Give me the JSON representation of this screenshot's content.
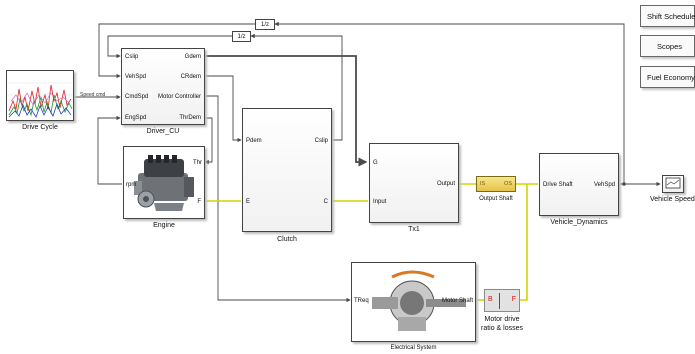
{
  "blocks": {
    "drive_cycle": {
      "caption": "Drive Cycle",
      "out_label": "Speed cmd"
    },
    "driver_cu": {
      "caption": "Driver_CU",
      "in_ports": [
        "Cslip",
        "VehSpd",
        "CmdSpd",
        "EngSpd"
      ],
      "out_ports": [
        "Gdem",
        "CRdem",
        "Motor Controller",
        "ThrDem"
      ]
    },
    "engine": {
      "caption": "Engine",
      "rpm_label": "rpm",
      "thr_label": "Thr",
      "out_label": "F"
    },
    "clutch": {
      "caption": "Clutch",
      "in_ports": [
        "Pdem",
        "E"
      ],
      "out_ports": [
        "Cslip",
        "C"
      ]
    },
    "tx1": {
      "caption": "Tx1",
      "in_ports": [
        "G",
        "Input"
      ],
      "out_ports": [
        "Output"
      ]
    },
    "output_shaft": {
      "caption": "Output Shaft",
      "left_label": "IS",
      "right_label": "OS"
    },
    "vehicle_dynamics": {
      "caption": "Vehicle_Dynamics",
      "in_ports": [
        "Drive Shaft"
      ],
      "out_ports": [
        "VehSpd"
      ]
    },
    "vehicle_speed": {
      "caption": "Vehicle Speed"
    },
    "electrical_system": {
      "caption": "Electrical System",
      "in_port": "TReq",
      "out_port": "Motor Shaft"
    },
    "motor_drive": {
      "caption_line1": "Motor drive",
      "caption_line2": "ratio & losses",
      "left_label": "B",
      "right_label": "F"
    },
    "delay_top": {
      "label": "1/z"
    },
    "delay_bottom": {
      "label": "1/z"
    }
  },
  "buttons": {
    "shift_schedule": "Shift Schedule",
    "scopes": "Scopes",
    "fuel_economy": "Fuel Economy"
  },
  "colors": {
    "mech_signal": "#d4d400",
    "converter": "#e9c85a",
    "wire": "#4a4a4a"
  }
}
